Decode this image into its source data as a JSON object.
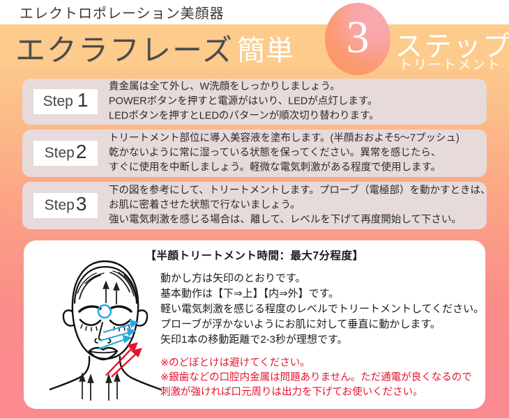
{
  "header": {
    "subtitle": "エレクトロポレーション美顔器",
    "brand": "エクラフレーズ",
    "kantan": "簡単",
    "number": "3",
    "step_word": "ステップ",
    "treatment_word": "トリートメント",
    "band_color": "#fdcb8c",
    "circle_gradient_from": "#fb9457",
    "circle_gradient_to": "#f9a9b0"
  },
  "steps": [
    {
      "badge_word": "Step",
      "badge_number": "1",
      "lines": [
        "貴金属は全て外し、W洗顔をしっかりしましょう。",
        "POWERボタンを押すと電源がはいり、LEDが点灯します。",
        "LEDボタンを押すとLEDのパターンが順次切り替わります。"
      ]
    },
    {
      "badge_word": "Step",
      "badge_number": "2",
      "lines": [
        "トリートメント部位に導入美容液を塗布します。(半顔おおよそ5〜7プッシュ)",
        "乾かないように常に湿っている状態を保ってください。異常を感じたら、",
        "すぐに使用を中断しましょう。軽微な電気刺激がある程度で使用します。"
      ]
    },
    {
      "badge_word": "Step",
      "badge_number": "3",
      "lines": [
        "下の図を参考にして、トリートメントします。プローブ（電極部）を動かすときは、",
        "お肌に密着させた状態で行ないましょう。",
        "強い電気刺激を感じる場合は、離して、レベルを下げて再度開始して下さい。"
      ]
    }
  ],
  "bottom": {
    "heading": "【半顔トリートメント時間：最大7分程度】",
    "body_lines": [
      "動かし方は矢印のとおりです。",
      "基本動作は【下⇒上】【内⇒外】です。",
      "軽い電気刺激を感じる程度のレベルでトリートメントしてください。",
      "プローブが浮かないようにお肌に対して垂直に動かします。",
      "矢印1本の移動距離で2-3秒が理想です。"
    ],
    "warning_lines": [
      "※のどぼとけは避けてください。",
      "※銀歯などの口腔内金属は問題ありません。ただ通電が良くなるので",
      "刺激が強ければ口元周りは出力を下げてお使いください。"
    ],
    "warning_color": "#e8112d",
    "diagram": {
      "name": "face-treatment-diagram",
      "marker_color": "#29a8e0",
      "arrow_colors": {
        "forehead": "#222222",
        "cheek": "#29a8e0",
        "jaw": "#e8112d",
        "neck": "#222222"
      },
      "arrow_counts": {
        "forehead": 2,
        "cheek": 3,
        "jaw": 2,
        "neck": 4
      }
    }
  }
}
